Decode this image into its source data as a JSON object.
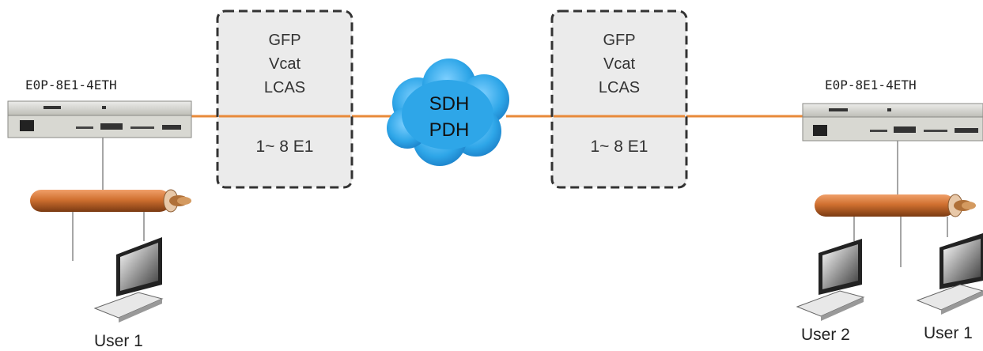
{
  "left_device": {
    "name": "E0P-8E1-4ETH"
  },
  "right_device": {
    "name": "E0P-8E1-4ETH"
  },
  "left_box": {
    "line1": "GFP",
    "line2": "Vcat",
    "line3": "LCAS",
    "channels": "1~ 8 E1"
  },
  "right_box": {
    "line1": "GFP",
    "line2": "Vcat",
    "line3": "LCAS",
    "channels": "1~ 8 E1"
  },
  "cloud": {
    "line1": "SDH",
    "line2": "PDH"
  },
  "users": {
    "left_user": "User 1",
    "right_user_a": "User 2",
    "right_user_b": "User 1"
  },
  "colors": {
    "link": "#e88a3a",
    "cloud_fill": "#2ea6e8",
    "box_fill": "#ebebeb",
    "box_border": "#333333",
    "cable": "#c8662a",
    "device": "#d8d8d2"
  },
  "icons": [
    "network-device-icon",
    "cable-icon",
    "computer-icon",
    "cloud-icon"
  ]
}
